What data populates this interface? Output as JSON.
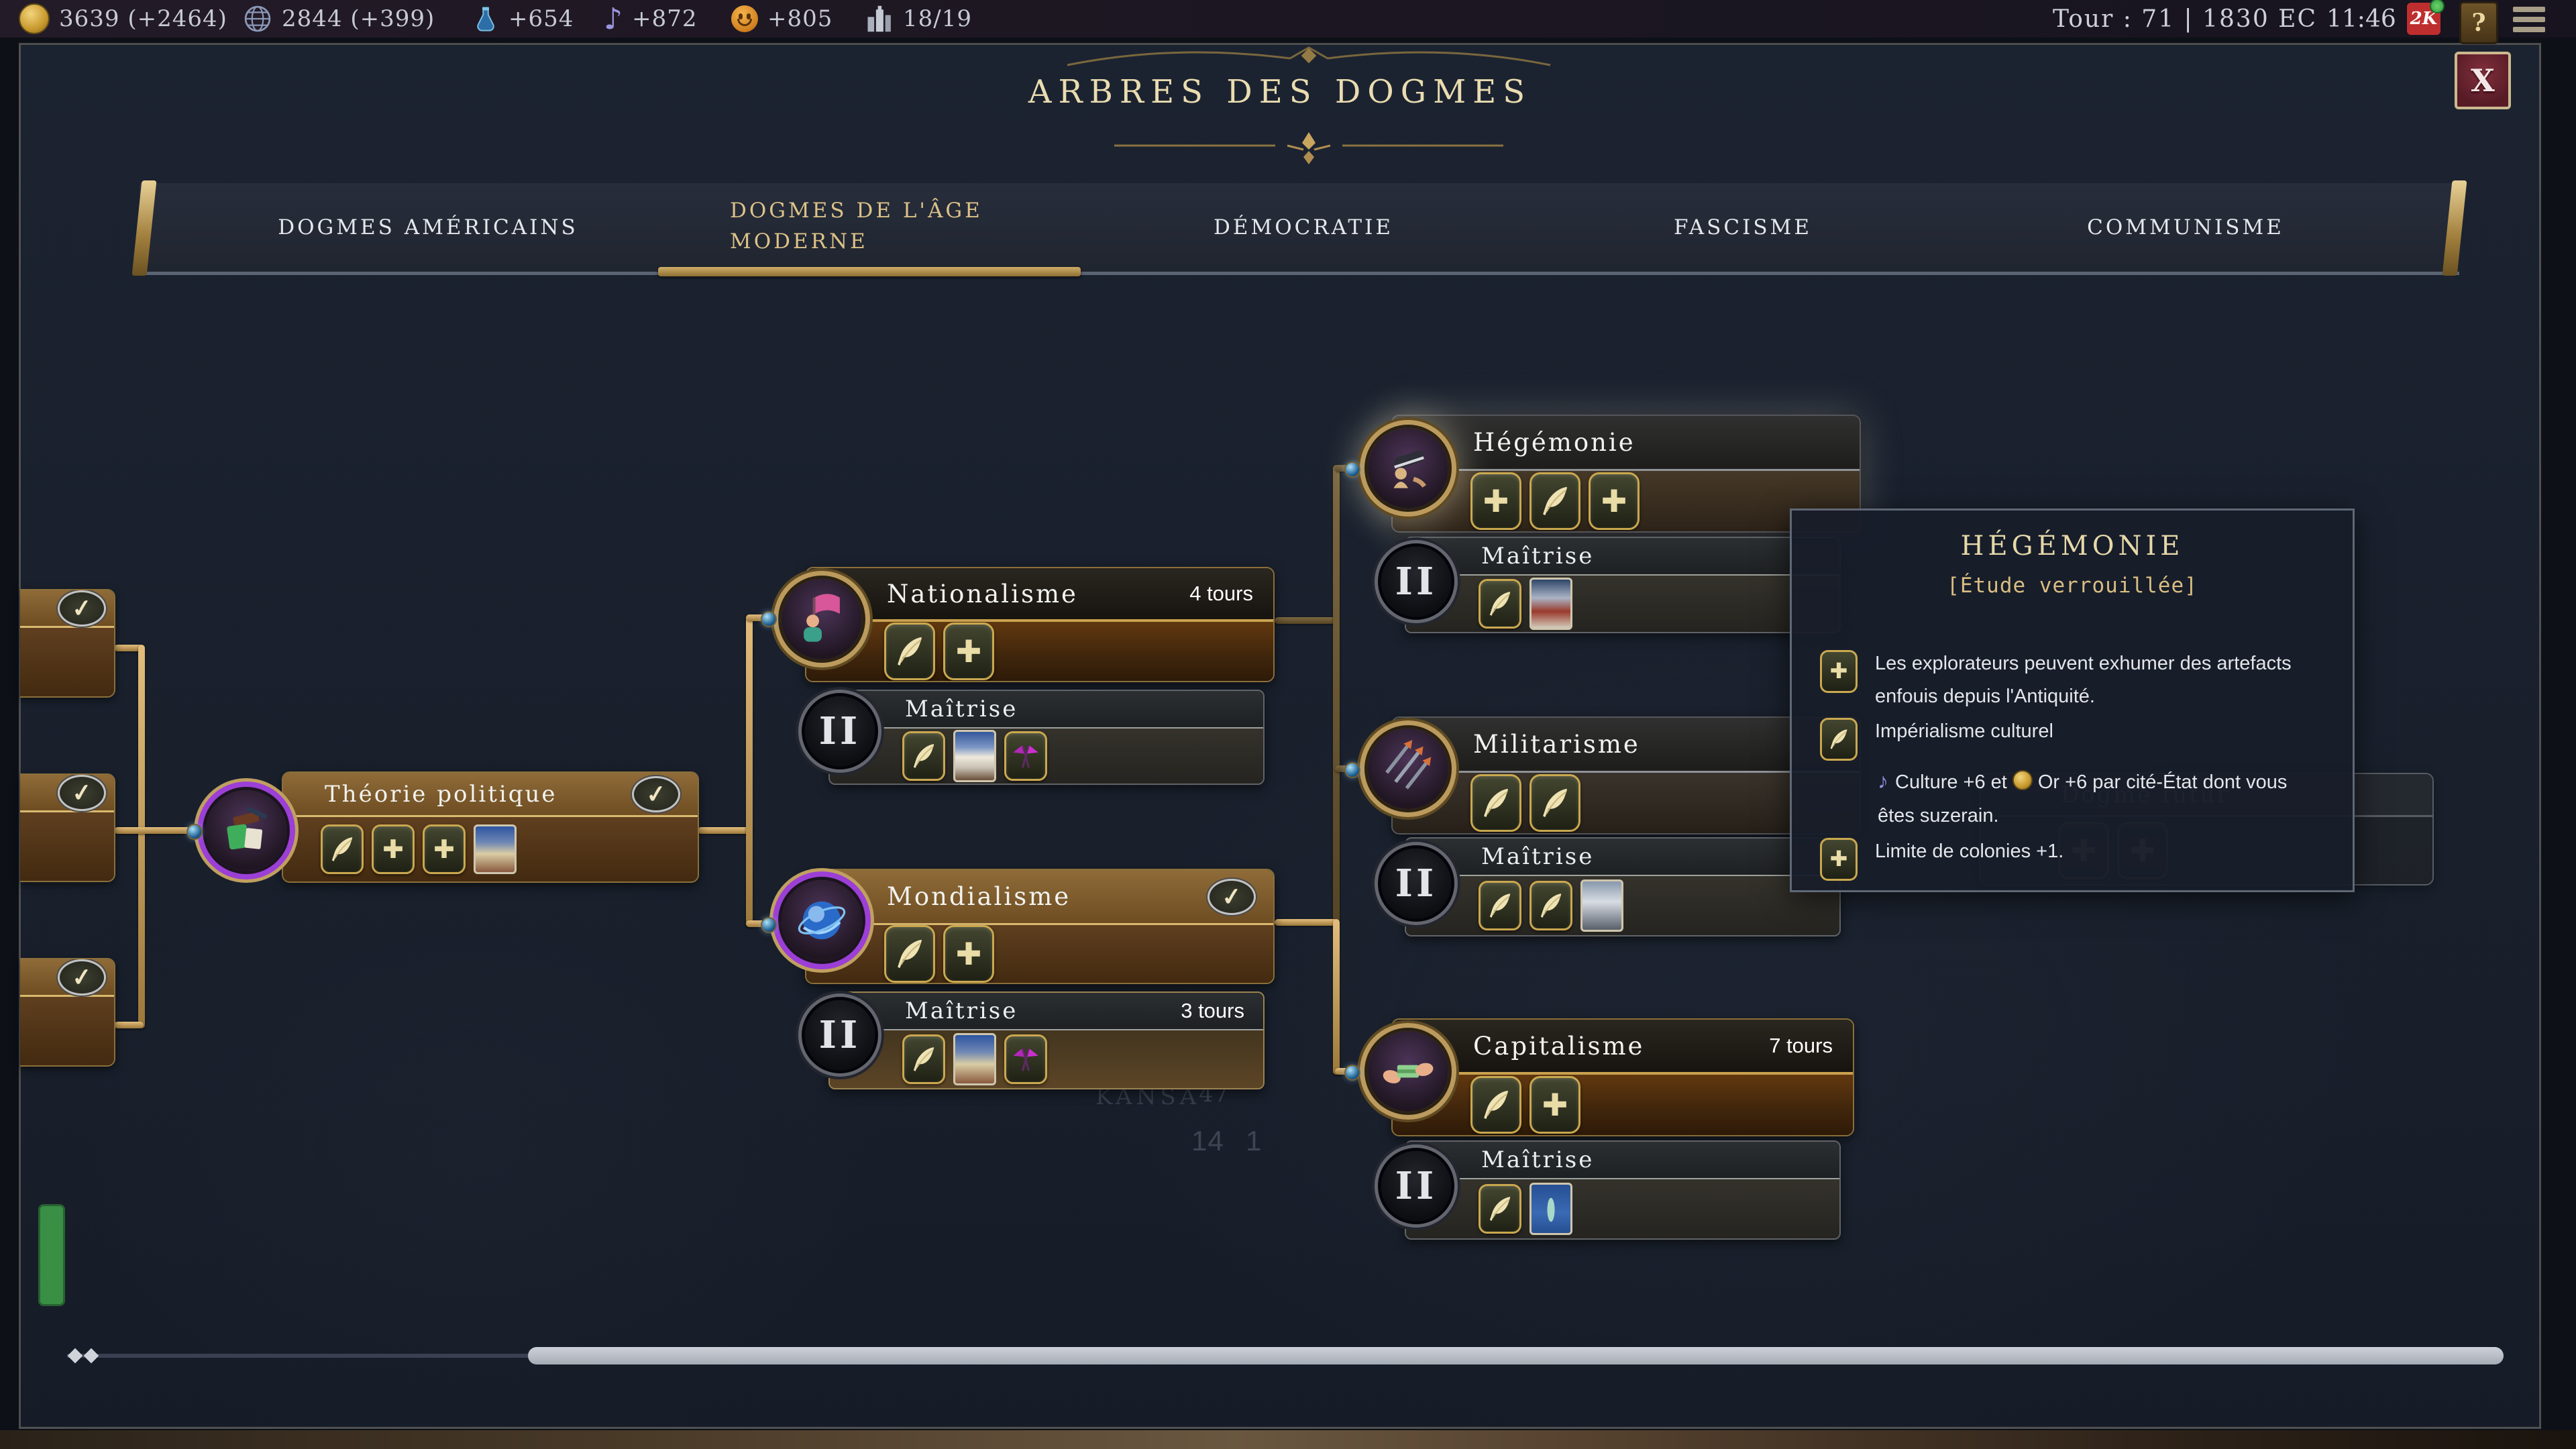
{
  "topbar": {
    "resources": [
      {
        "icon": "gold-coin-icon",
        "value": "3639 (+2464)"
      },
      {
        "icon": "globe-icon",
        "value": "2844 (+399)"
      },
      {
        "icon": "science-flask-icon",
        "value": "+654"
      },
      {
        "icon": "culture-note-icon",
        "value": "+872"
      },
      {
        "icon": "happiness-icon",
        "value": "+805"
      },
      {
        "icon": "settlement-icon",
        "value": "18/19"
      }
    ],
    "turn_label": "Tour : 71 | 1830 EC",
    "clock": "11:46",
    "account_label": "2K",
    "help_label": "?"
  },
  "header": {
    "title": "ARBRES DES DOGMES",
    "close_label": "X"
  },
  "tabs": [
    {
      "label": "DOGMES AMÉRICAINS"
    },
    {
      "label": "DOGMES DE L'ÂGE MODERNE"
    },
    {
      "label": "DÉMOCRATIE"
    },
    {
      "label": "FASCISME"
    },
    {
      "label": "COMMUNISME"
    }
  ],
  "active_tab": 1,
  "accent": {
    "gold": "#c9a55f",
    "purple": "#9b3fd6",
    "locked_line": "#6f5b38",
    "active_line": "#e2bd7c"
  },
  "tree": {
    "theorie": {
      "name": "Théorie politique",
      "checked": true,
      "icons": [
        "quill",
        "plus",
        "plus",
        "wonder-card-temple"
      ]
    },
    "nationalisme": {
      "name": "Nationalisme",
      "turns": "4 tours",
      "icons": [
        "quill",
        "plus"
      ],
      "mastery": {
        "label": "Maîtrise",
        "numeral": "II",
        "icons": [
          "quill",
          "wonder-card-taj",
          "flags"
        ]
      }
    },
    "mondialisme": {
      "name": "Mondialisme",
      "checked": true,
      "icons": [
        "quill",
        "plus"
      ],
      "mastery": {
        "label": "Maîtrise",
        "numeral": "II",
        "turns": "3 tours",
        "icons": [
          "quill",
          "wonder-card-palace",
          "flags"
        ]
      }
    },
    "hegemonie": {
      "name": "Hégémonie",
      "icons": [
        "plus",
        "quill",
        "plus"
      ],
      "mastery": {
        "label": "Maîtrise",
        "numeral": "II",
        "icons": [
          "quill",
          "wonder-card-fort"
        ]
      }
    },
    "militarisme": {
      "name": "Militarisme",
      "icons": [
        "quill",
        "quill"
      ],
      "mastery": {
        "label": "Maîtrise",
        "numeral": "II",
        "icons": [
          "quill",
          "quill",
          "wonder-card-gate"
        ]
      }
    },
    "capitalisme": {
      "name": "Capitalisme",
      "turns": "7 tours",
      "icons": [
        "quill",
        "plus"
      ],
      "mastery": {
        "label": "Maîtrise",
        "numeral": "II",
        "icons": [
          "quill",
          "wonder-card-statue"
        ]
      }
    },
    "futur": {
      "name": "Dogme futur",
      "icons": [
        "plus",
        "plus"
      ]
    }
  },
  "tooltip": {
    "title": "HÉGÉMONIE",
    "status": "[Étude verrouillée]",
    "effect1": "Les explorateurs peuvent exhumer des artefacts enfouis depuis l'Antiquité.",
    "effect2": "Impérialisme culturel",
    "effect2_sub_culture": "Culture +6 et",
    "effect2_sub_gold": "Or +6 par cité-État dont vous êtes suzerain.",
    "effect3": "Limite de colonies +1."
  },
  "background": {
    "city": "KANSA",
    "city_num": "47",
    "pop": "14",
    "unit": "1"
  }
}
